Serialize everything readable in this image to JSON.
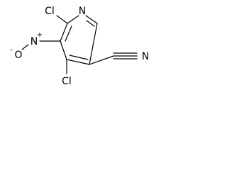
{
  "molecule": {
    "atoms": {
      "ring_nitrogen": "N",
      "chlorine_top": "Cl",
      "chlorine_bottom": "Cl",
      "nitro_nitrogen": "N",
      "nitro_charge_plus": "+",
      "nitro_oxygen": "O",
      "nitro_charge_minus": "-",
      "nitrile_nitrogen": "N"
    }
  }
}
